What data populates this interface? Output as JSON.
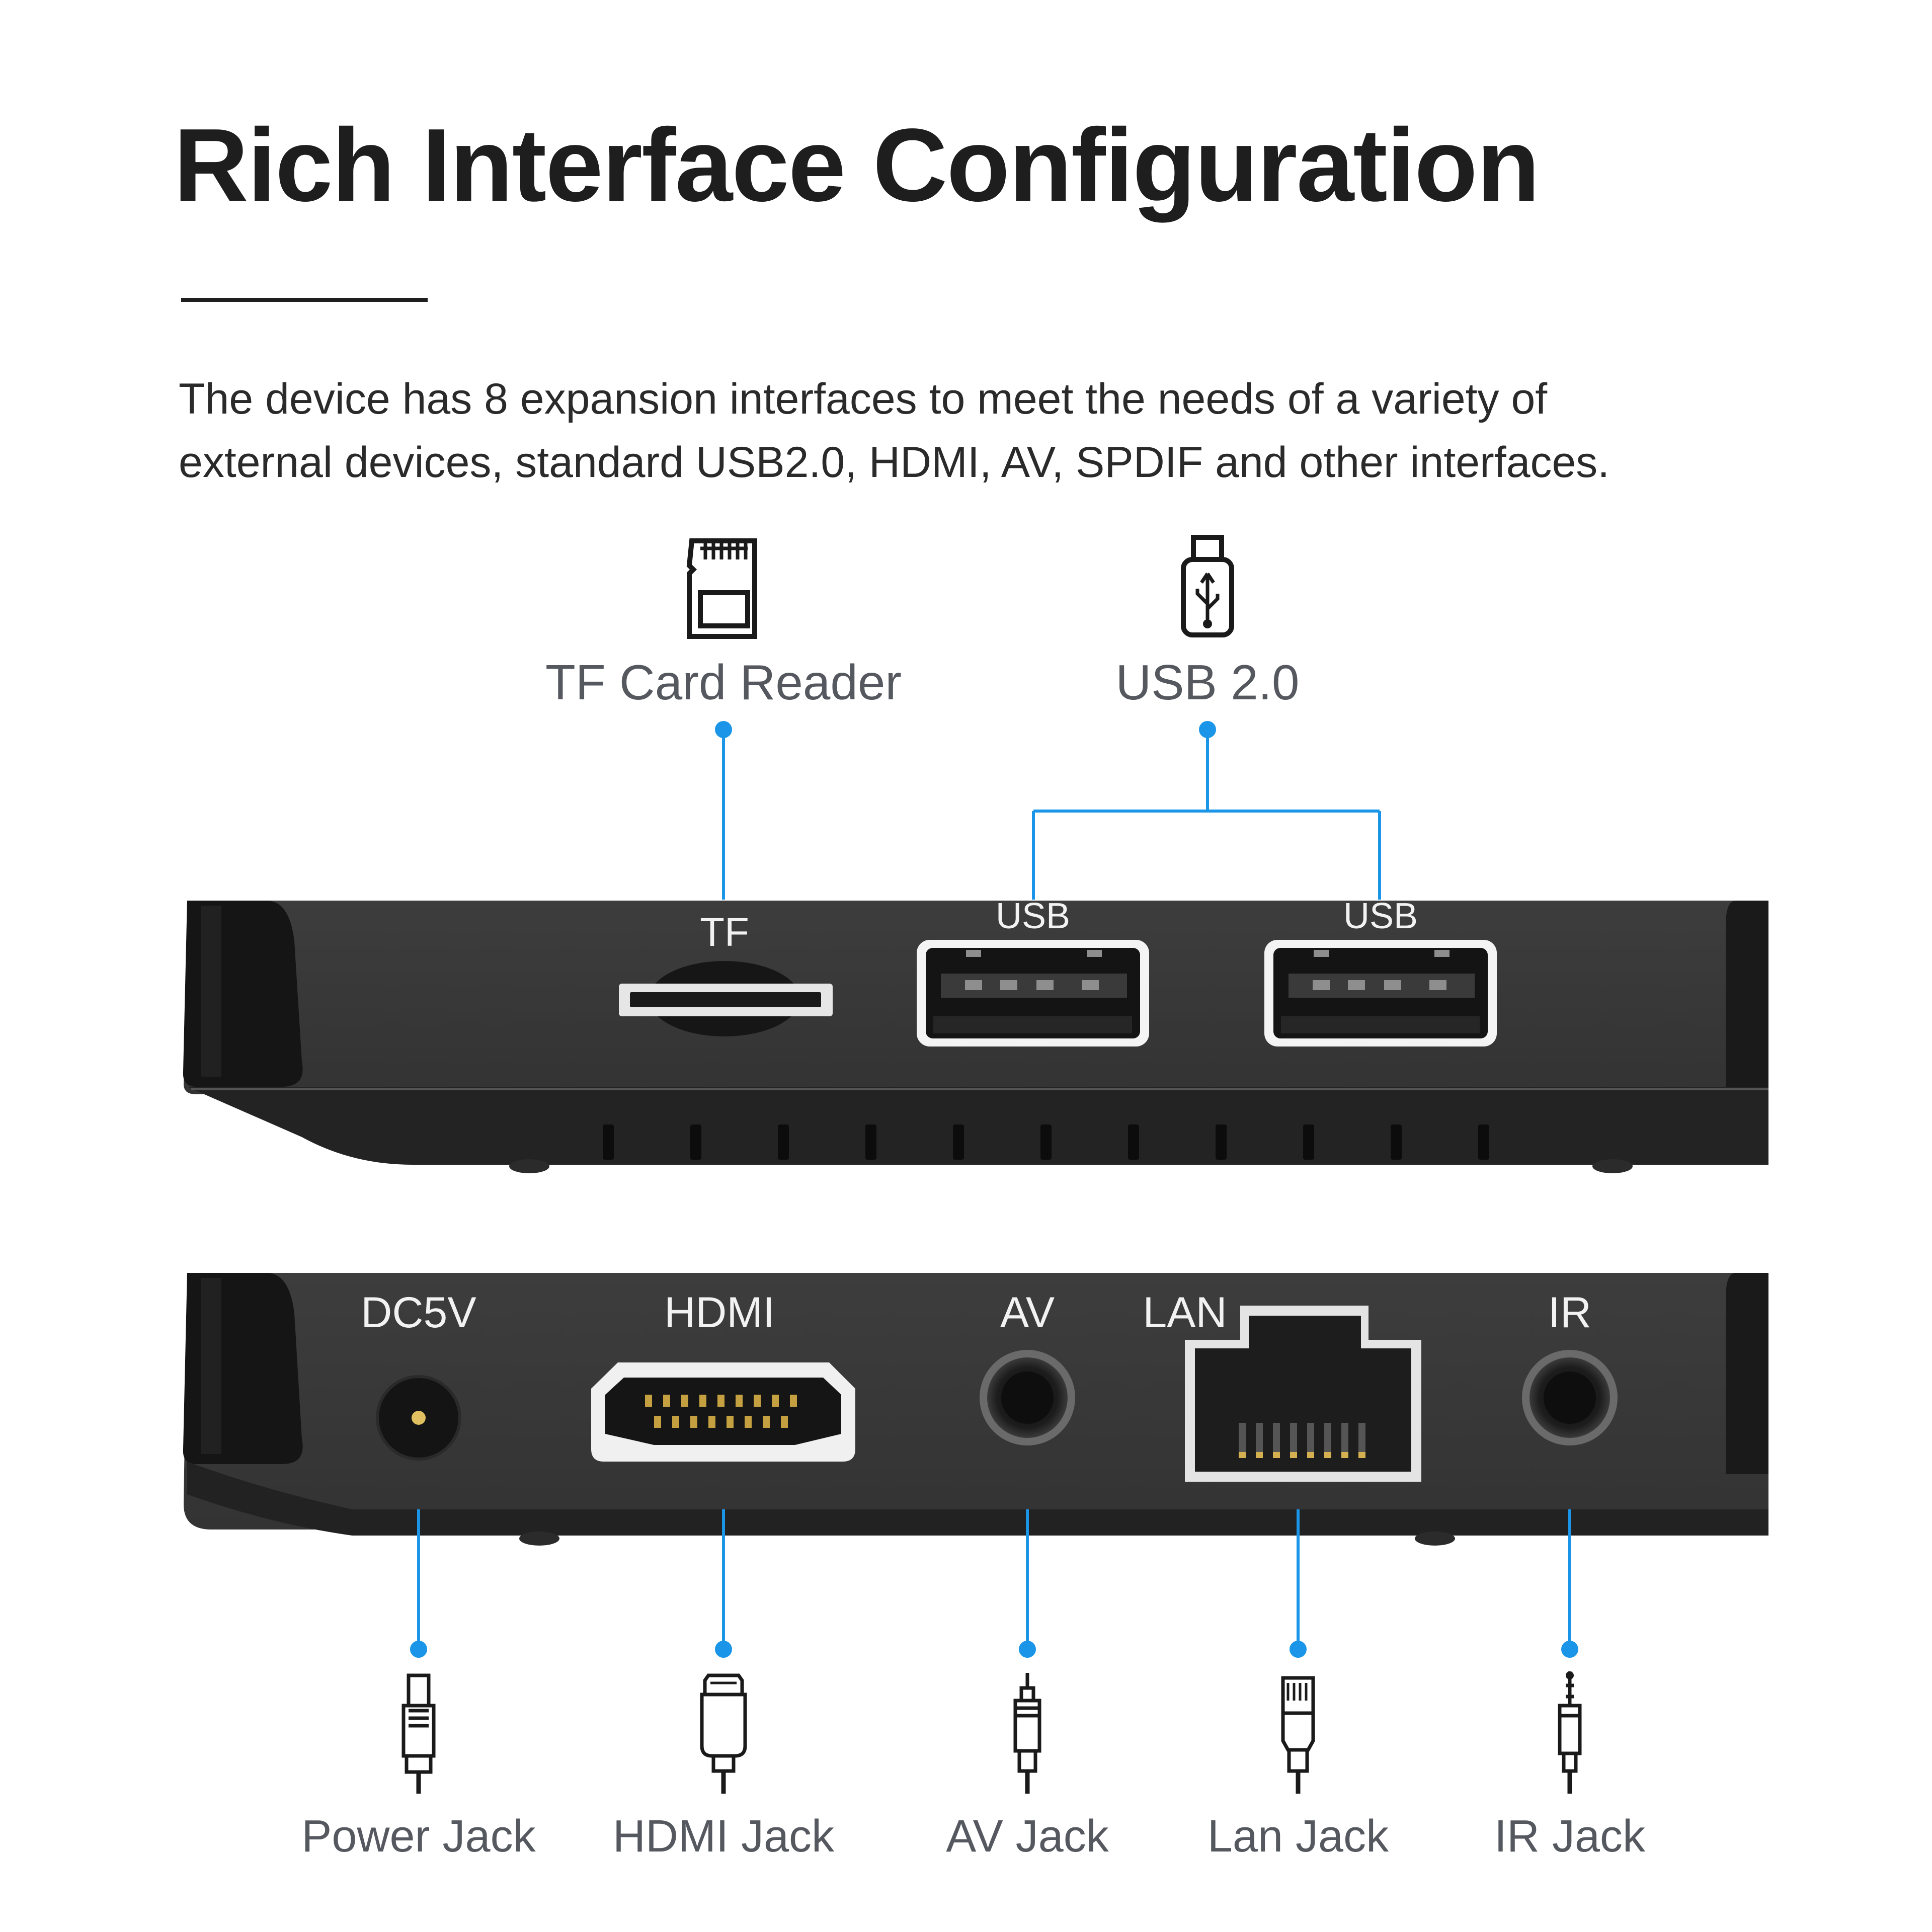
{
  "title": "Rich Interface Configuration",
  "intro": {
    "line1": "The device has 8 expansion interfaces to meet the needs of a variety of",
    "line2": "external devices, standard USB2.0, HDMI, AV, SPDIF and other interfaces."
  },
  "colors": {
    "accent": "#1a95e8",
    "device_body": "#3a3a3a",
    "device_dark": "#1c1c1c",
    "callout_text": "#55595f",
    "title_text": "#1e1e1e"
  },
  "top_panel": {
    "callouts": {
      "tf_reader": {
        "label": "TF Card Reader",
        "icon": "tf-card-icon"
      },
      "usb20": {
        "label": "USB 2.0",
        "icon": "usb-drive-icon"
      }
    },
    "port_labels": {
      "tf": "TF",
      "usb_left": "USB",
      "usb_right": "USB"
    }
  },
  "bottom_panel": {
    "port_labels": {
      "dc": "DC5V",
      "hdmi": "HDMI",
      "av": "AV",
      "lan": "LAN",
      "ir": "IR"
    },
    "callouts": [
      {
        "label": "Power Jack",
        "icon": "dc-plug-icon"
      },
      {
        "label": "HDMI Jack",
        "icon": "hdmi-plug-icon"
      },
      {
        "label": "AV Jack",
        "icon": "rca-plug-icon"
      },
      {
        "label": "Lan Jack",
        "icon": "rj45-plug-icon"
      },
      {
        "label": "IR Jack",
        "icon": "audio-plug-icon"
      }
    ]
  }
}
